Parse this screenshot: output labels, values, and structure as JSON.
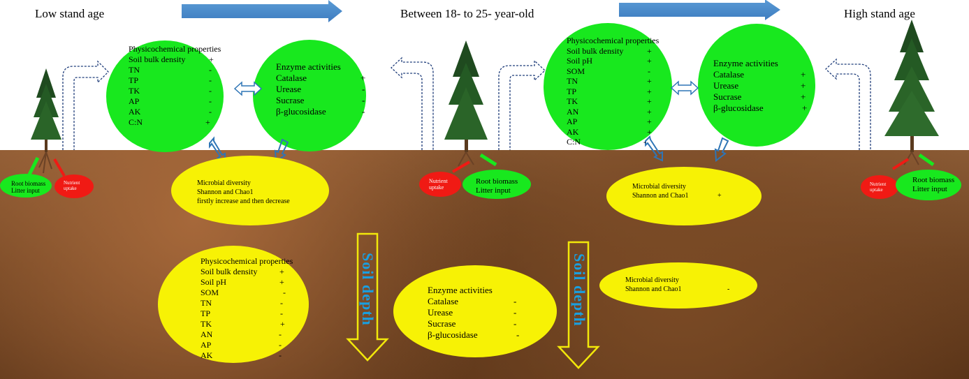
{
  "headings": {
    "low": "Low stand age",
    "mid": "Between 18- to 25- year-old",
    "high": "High stand age"
  },
  "depth_label": "Soil depth",
  "low": {
    "physchem": {
      "title": "Physicochemical properties",
      "rows": [
        {
          "label": "Soil bulk density",
          "sign": "+"
        },
        {
          "label": "TN",
          "sign": "-"
        },
        {
          "label": "TP",
          "sign": "-"
        },
        {
          "label": "TK",
          "sign": "-"
        },
        {
          "label": "AP",
          "sign": "-"
        },
        {
          "label": "AK",
          "sign": "-"
        },
        {
          "label": "C:N",
          "sign": "+"
        }
      ]
    },
    "enzyme": {
      "title": "Enzyme activities",
      "rows": [
        {
          "label": "Catalase",
          "sign": "+"
        },
        {
          "label": "Urease",
          "sign": "-"
        },
        {
          "label": "Sucrase",
          "sign": "-"
        },
        {
          "label": "β-glucosidase",
          "sign": "-"
        }
      ]
    },
    "microbe": {
      "title": "Microbial diversity",
      "line1": "Shannon and Chao1",
      "line2": "firstly increase and then decrease"
    },
    "root_label": "Root biomass",
    "litter_label": "Litter input",
    "nutrient_label": "Nutrient uptake"
  },
  "high": {
    "physchem": {
      "title": "Physicochemical properties",
      "rows": [
        {
          "label": "Soil bulk density",
          "sign": "+"
        },
        {
          "label": "Soil pH",
          "sign": "+"
        },
        {
          "label": "SOM",
          "sign": "-"
        },
        {
          "label": "TN",
          "sign": "+"
        },
        {
          "label": "TP",
          "sign": "+"
        },
        {
          "label": "TK",
          "sign": "+"
        },
        {
          "label": "AN",
          "sign": "+"
        },
        {
          "label": "AP",
          "sign": "+"
        },
        {
          "label": "AK",
          "sign": "+"
        },
        {
          "label": "C:N",
          "sign": "-"
        }
      ]
    },
    "enzyme": {
      "title": "Enzyme activities",
      "rows": [
        {
          "label": "Catalase",
          "sign": "+"
        },
        {
          "label": "Urease",
          "sign": "+"
        },
        {
          "label": "Sucrase",
          "sign": "+"
        },
        {
          "label": "β-glucosidase",
          "sign": "+"
        }
      ]
    },
    "microbe": {
      "title": "Microbial diversity",
      "line1": "Shannon and Chao1",
      "sign": "+"
    },
    "root_label": "Root biomass",
    "litter_label": "Litter input",
    "nutrient_label": "Nutrient uptake"
  },
  "mid_tree": {
    "root_label": "Root biomass",
    "litter_label": "Litter input",
    "nutrient_label": "Nutrient uptake"
  },
  "depth": {
    "physchem": {
      "title": "Physicochemical properties",
      "rows": [
        {
          "label": "Soil bulk density",
          "sign": "+"
        },
        {
          "label": "Soil pH",
          "sign": "+"
        },
        {
          "label": "SOM",
          "sign": "-"
        },
        {
          "label": "TN",
          "sign": "-"
        },
        {
          "label": "TP",
          "sign": "-"
        },
        {
          "label": "TK",
          "sign": "+"
        },
        {
          "label": "AN",
          "sign": "-"
        },
        {
          "label": "AP",
          "sign": "-"
        },
        {
          "label": "AK",
          "sign": "-"
        }
      ]
    },
    "enzyme": {
      "title": "Enzyme activities",
      "rows": [
        {
          "label": "Catalase",
          "sign": "-"
        },
        {
          "label": "Urease",
          "sign": "-"
        },
        {
          "label": "Sucrase",
          "sign": "-"
        },
        {
          "label": "β-glucosidase",
          "sign": "-"
        }
      ]
    },
    "microbe": {
      "title": "Microbial diversity",
      "line1": "Shannon and Chao1",
      "sign": "-"
    }
  },
  "colors": {
    "green_node": "#18e81e",
    "yellow_node": "#f7f205",
    "red_node": "#f01a14",
    "arrow_blue": "#4f8fd4",
    "depth_text": "#1a9fe0"
  }
}
